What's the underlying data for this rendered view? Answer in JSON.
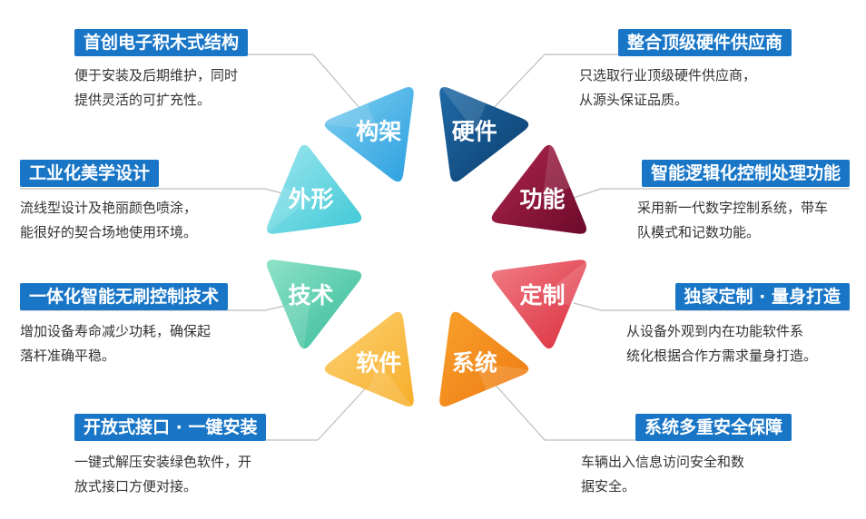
{
  "colors": {
    "title_bg": "#1976c7",
    "connector": "#bdbdbd",
    "desc_text": "#333333"
  },
  "petals": [
    {
      "label": "构架",
      "color_a": "#7fd0f0",
      "color_b": "#2b9fe0"
    },
    {
      "label": "硬件",
      "color_a": "#1f6aa6",
      "color_b": "#0c3d6e"
    },
    {
      "label": "功能",
      "color_a": "#b0264f",
      "color_b": "#6b0a2a"
    },
    {
      "label": "定制",
      "color_a": "#f07d86",
      "color_b": "#dc2e3e"
    },
    {
      "label": "系统",
      "color_a": "#f7a02c",
      "color_b": "#ef7a12"
    },
    {
      "label": "软件",
      "color_a": "#fbd275",
      "color_b": "#f7ae2a"
    },
    {
      "label": "技术",
      "color_a": "#8fe2c8",
      "color_b": "#34bb98"
    },
    {
      "label": "外形",
      "color_a": "#9ee6ee",
      "color_b": "#3ec9d6"
    }
  ],
  "features": {
    "left_1": {
      "title": "首创电子积木式结构",
      "desc": [
        "便于安装及后期维护，同时",
        "提供灵活的可扩充性。"
      ]
    },
    "left_2": {
      "title": "工业化美学设计",
      "desc": [
        "流线型设计及艳丽颜色喷涂，",
        "能很好的契合场地使用环境。"
      ]
    },
    "left_3": {
      "title": "一体化智能无刷控制技术",
      "desc": [
        "增加设备寿命减少功耗，确保起",
        "落杆准确平稳。"
      ]
    },
    "left_4": {
      "title": "开放式接口 · 一键安装",
      "desc": [
        "一键式解压安装绿色软件，开",
        "放式接口方便对接。"
      ]
    },
    "right_1": {
      "title": "整合顶级硬件供应商",
      "desc": [
        "只选取行业顶级硬件供应商，",
        "从源头保证品质。"
      ]
    },
    "right_2": {
      "title": "智能逻辑化控制处理功能",
      "desc": [
        "采用新一代数字控制系统，带车",
        "队模式和记数功能。"
      ]
    },
    "right_3": {
      "title": "独家定制 · 量身打造",
      "desc": [
        "从设备外观到内在功能软件系",
        "统化根据合作方需求量身打造。"
      ]
    },
    "right_4": {
      "title": "系统多重安全保障",
      "desc": [
        "车辆出入信息访问安全和数",
        "据安全。"
      ]
    }
  }
}
